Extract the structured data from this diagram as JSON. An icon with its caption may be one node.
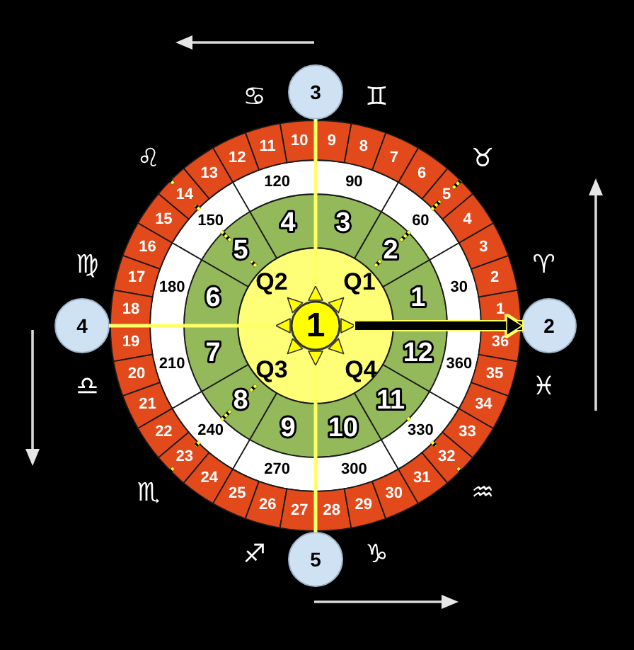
{
  "diagram": {
    "nodes": [
      {
        "text": [
          "Q1",
          "Q2",
          "Q3",
          "Q4"
        ]
      },
      {
        "text": [
          "1"
        ],
        "in": 0
      },
      {
        "text": [
          "2"
        ]
      },
      {
        "text": [
          "3"
        ]
      },
      {
        "text": [
          "4"
        ]
      },
      {
        "text": [
          "5"
        ]
      },
      {
        "text": [
          "1"
        ]
      },
      {
        "text": [
          "2"
        ]
      },
      {
        "text": [
          "3"
        ]
      },
      {
        "text": [
          "4"
        ]
      },
      {
        "text": [
          "5"
        ]
      },
      {
        "text": [
          "6"
        ]
      },
      {
        "text": [
          "7"
        ]
      },
      {
        "text": [
          "8"
        ]
      },
      {
        "text": [
          "9"
        ]
      },
      {
        "text": [
          "10"
        ]
      },
      {
        "text": [
          "11"
        ]
      },
      {
        "text": [
          "12"
        ]
      },
      {
        "text": [
          "30"
        ]
      },
      {
        "text": [
          "60"
        ]
      },
      {
        "text": [
          "90"
        ]
      },
      {
        "text": [
          "120"
        ]
      },
      {
        "text": [
          "150"
        ]
      },
      {
        "text": [
          "180"
        ]
      },
      {
        "text": [
          "210"
        ]
      },
      {
        "text": [
          "240"
        ]
      },
      {
        "text": [
          "270"
        ]
      },
      {
        "text": [
          "300"
        ]
      },
      {
        "text": [
          "330"
        ]
      },
      {
        "text": [
          "360"
        ]
      },
      {
        "text": [
          "1"
        ]
      },
      {
        "text": [
          "2"
        ]
      },
      {
        "text": [
          "3"
        ]
      },
      {
        "text": [
          "4"
        ]
      },
      {
        "text": [
          "5"
        ]
      },
      {
        "text": [
          "6"
        ]
      },
      {
        "text": [
          "7"
        ]
      },
      {
        "text": [
          "8"
        ]
      },
      {
        "text": [
          "9"
        ]
      },
      {
        "text": [
          "10"
        ]
      },
      {
        "text": [
          "11"
        ]
      },
      {
        "text": [
          "12"
        ]
      },
      {
        "text": [
          "13"
        ]
      },
      {
        "text": [
          "14"
        ]
      },
      {
        "text": [
          "15"
        ]
      },
      {
        "text": [
          "16"
        ]
      },
      {
        "text": [
          "17"
        ]
      },
      {
        "text": [
          "18"
        ]
      },
      {
        "text": [
          "19"
        ]
      },
      {
        "text": [
          "20"
        ]
      },
      {
        "text": [
          "21"
        ]
      },
      {
        "text": [
          "22"
        ]
      },
      {
        "text": [
          "23"
        ]
      },
      {
        "text": [
          "24"
        ]
      },
      {
        "text": [
          "25"
        ]
      },
      {
        "text": [
          "26"
        ]
      },
      {
        "text": [
          "27"
        ]
      },
      {
        "text": [
          "28"
        ]
      },
      {
        "text": [
          "29"
        ]
      },
      {
        "text": [
          "30"
        ]
      },
      {
        "text": [
          "31"
        ]
      },
      {
        "text": [
          "32"
        ]
      },
      {
        "text": [
          "33"
        ]
      },
      {
        "text": [
          "34"
        ]
      },
      {
        "text": [
          "35"
        ]
      },
      {
        "text": [
          "36"
        ]
      }
    ],
    "edges": [
      {
        "from": 1,
        "to": 2,
        "arrow": "to",
        "style": "thick",
        "color": "#000000"
      },
      {
        "from": 1,
        "to": 3,
        "arrow": "none"
      },
      {
        "from": 1,
        "to": 4,
        "arrow": "none"
      },
      {
        "from": 1,
        "to": 5,
        "arrow": "none"
      }
    ],
    "labels": [
      "♋",
      "♊",
      "♌",
      "♉",
      "♍",
      "♈",
      "♎",
      "♓",
      "♏",
      "♒",
      "♐",
      "♑"
    ]
  }
}
